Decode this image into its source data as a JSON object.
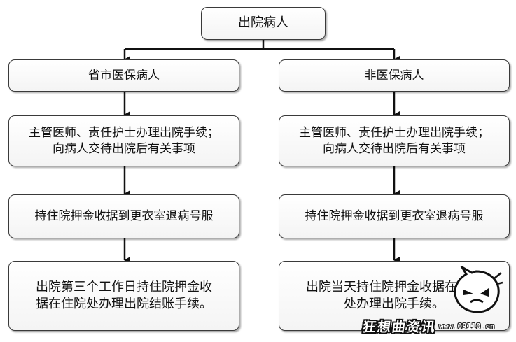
{
  "diagram": {
    "root": {
      "label": "出院病人"
    },
    "columns": [
      {
        "header": "省市医保病人",
        "steps": [
          [
            "主管医师、责任护士办理出院手续；",
            "向病人交待出院后有关事项"
          ],
          [
            "持住院押金收据到更衣室退病号服"
          ],
          [
            "出院第三个工作日持住院押金收",
            "据在住院处办理出院结账手续。"
          ]
        ]
      },
      {
        "header": "非医保病人",
        "steps": [
          [
            "主管医师、责任护士办理出院手续；",
            "向病人交待出院后有关事项"
          ],
          [
            "持住院押金收据到更衣室退病号服"
          ],
          [
            "出院当天持住院押金收据在住院",
            "处办理出院手续。"
          ]
        ]
      }
    ]
  },
  "watermark": {
    "brand": "狂想曲资讯",
    "url": "www.09110.cn"
  },
  "colors": {
    "border": "#3a3a3a",
    "arrow": "#111111",
    "text": "#111111"
  }
}
